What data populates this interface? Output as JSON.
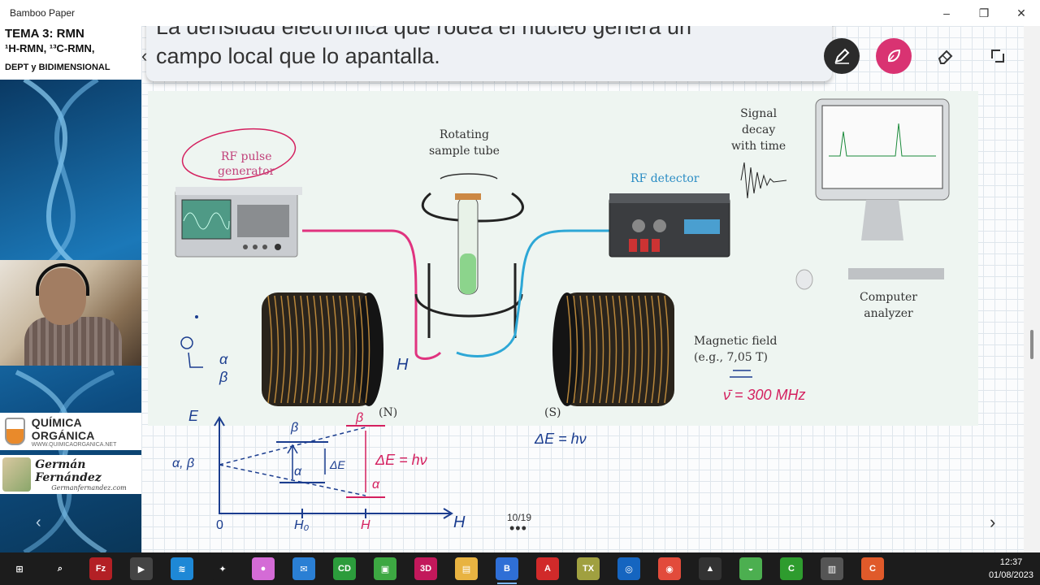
{
  "window": {
    "title": "Bamboo Paper"
  },
  "sidebar": {
    "header_line1": "TEMA 3: RMN",
    "header_line2": "¹H-RMN, ¹³C-RMN,",
    "header_line3": "DEPT y BIDIMENSIONAL",
    "brand1_title": "QUÍMICA ORGÁNICA",
    "brand1_url": "WWW.QUIMICAORGANICA.NET",
    "brand2_name": "Germán Fernández",
    "brand2_sub": "Germanfernandez.com"
  },
  "slide": {
    "text_line1": "La densidad electrónica que rodea el núcleo genera un",
    "text_line2": "campo local que lo apantalla."
  },
  "diagram": {
    "rf_pulse_1": "RF pulse",
    "rf_pulse_2": "generator",
    "rotating_1": "Rotating",
    "rotating_2": "sample tube",
    "signal_1": "Signal",
    "signal_2": "decay",
    "signal_3": "with time",
    "rf_detector": "RF detector",
    "computer_1": "Computer",
    "computer_2": "analyzer",
    "magnetic_1": "Magnetic field",
    "magnetic_2": "(e.g., 7,05 T)",
    "pole_n": "(N)",
    "pole_s": "(S)"
  },
  "handwriting": {
    "alpha": "α",
    "beta": "β",
    "h": "H",
    "freq": "ν̄ = 300 MHz",
    "energy_axis": "E",
    "field_axis": "H",
    "origin": "0",
    "h0": "H₀",
    "h1": "H",
    "alpha_beta": "α, β",
    "upper_beta": "β",
    "lower_alpha": "α",
    "delta_e_small": "ΔE",
    "delta_e_hv_red": "ΔE = hν",
    "delta_e_hv": "ΔE = hν"
  },
  "toolbar": {
    "pen": "pen-tool",
    "marker": "marker-tool",
    "eraser": "eraser-tool",
    "lasso": "lasso-tool"
  },
  "pager": {
    "page": "10/19",
    "dots": "•••"
  },
  "taskbar": {
    "time": "12:37",
    "date": "01/08/2023",
    "icons": [
      "windows",
      "search",
      "filezilla",
      "media-player",
      "app-blue",
      "steam",
      "color-picker",
      "mail",
      "cd",
      "image-editor",
      "paint-3d",
      "file-explorer",
      "bamboo-paper",
      "acrobat",
      "tex",
      "blue-globe",
      "chrome",
      "inkscape",
      "android-tool",
      "camtasia",
      "computer",
      "camtasia-recorder"
    ]
  },
  "colors": {
    "marker": "#d93372",
    "pen": "#2b2b2b",
    "sidebar": "#0f4a7a",
    "ink_red": "#d4205f",
    "ink_blue": "#1b3d8f"
  }
}
